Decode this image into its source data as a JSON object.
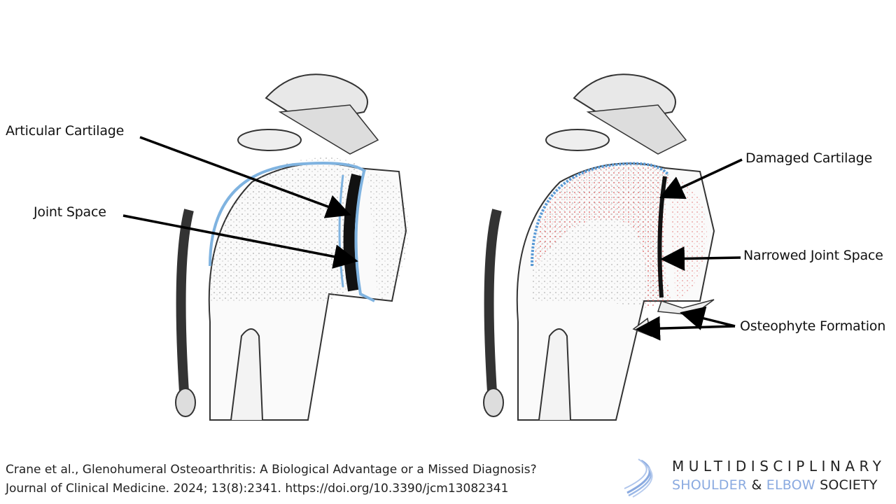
{
  "labels": {
    "articular_cartilage": "Articular Cartilage",
    "joint_space": "Joint Space",
    "damaged_cartilage": "Damaged Cartilage",
    "narrowed_joint_space": "Narrowed Joint Space",
    "osteophyte_formation": "Osteophyte Formation"
  },
  "citation": {
    "line1": "Crane et al., Glenohumeral Osteoarthritis: A Biological Advantage or a Missed Diagnosis?",
    "line2": "Journal of Clinical Medicine. 2024; 13(8):2341. https://doi.org/10.3390/jcm13082341"
  },
  "logo": {
    "line1": "MULTIDISCIPLINARY",
    "shoulder": "SHOULDER",
    "amp": "&",
    "elbow": "ELBOW",
    "society": "SOCIETY"
  },
  "colors": {
    "cartilage": "#7fb3e0",
    "damage": "#e07a7a",
    "logo_blue": "#8aaae0"
  }
}
